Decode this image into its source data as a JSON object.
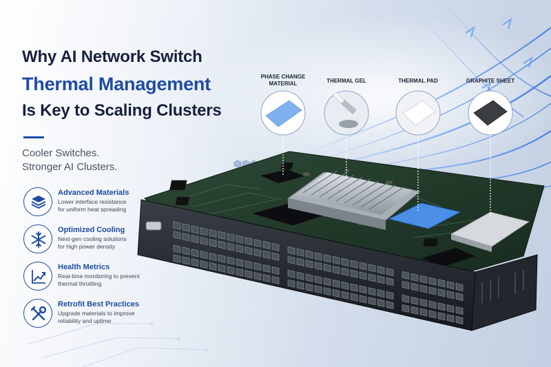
{
  "headline": {
    "line1": "Why AI Network Switch",
    "line2": "Thermal Management",
    "line3": "Is Key to Scaling Clusters"
  },
  "subheadline": {
    "line1": "Cooler Switches.",
    "line2": "Stronger AI Clusters."
  },
  "features": [
    {
      "icon": "layers-icon",
      "title": "Advanced Materials",
      "desc1": "Lower interface resistance",
      "desc2": "for uniform heat spreading"
    },
    {
      "icon": "snowflake-icon",
      "title": "Optimized Cooling",
      "desc1": "Next-gen cooling solutions",
      "desc2": "for high power density"
    },
    {
      "icon": "trend-chart-icon",
      "title": "Health Metrics",
      "desc1": "Real-time monitoring to prevent",
      "desc2": "thermal throttling"
    },
    {
      "icon": "tools-icon",
      "title": "Retrofit Best Practices",
      "desc1": "Upgrade materials to improve",
      "desc2": "reliability and uptime"
    }
  ],
  "materials": [
    {
      "label1": "PHASE CHANGE",
      "label2": "MATERIAL"
    },
    {
      "label1": "THERMAL GEL",
      "label2": ""
    },
    {
      "label1": "THERMAL PAD",
      "label2": ""
    },
    {
      "label1": "GRAPHITE SHEET",
      "label2": ""
    }
  ],
  "colors": {
    "accent": "#1f4ca3",
    "heading": "#16213e",
    "pcb": "#223a2b",
    "chassis": "#1b1e24"
  }
}
